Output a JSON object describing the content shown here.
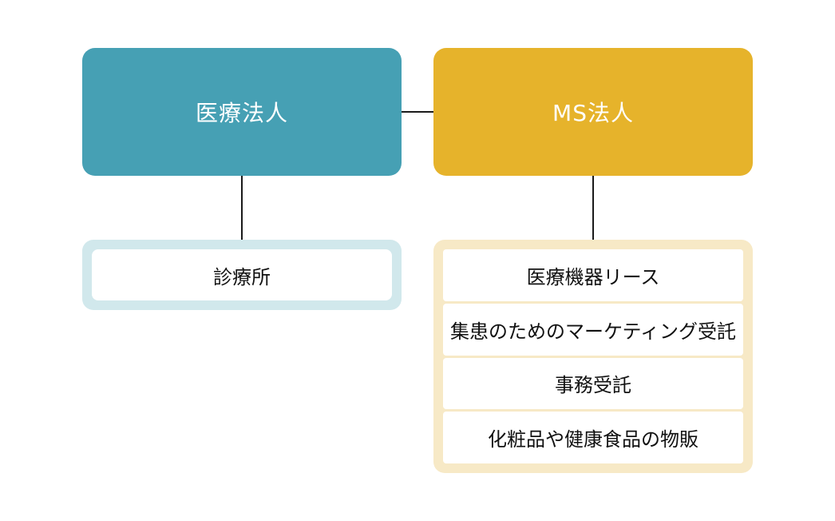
{
  "colors": {
    "medical_corp": "#46a0b4",
    "ms_corp": "#e6b32b",
    "medical_group_bg": "#d1e8ec",
    "ms_group_bg": "#f7e9c6",
    "connector": "#1a1a1a"
  },
  "medical_corporation": {
    "label": "医療法人",
    "children": [
      "診療所"
    ]
  },
  "ms_corporation": {
    "label": "MS法人",
    "children": [
      "医療機器リース",
      "集患のためのマーケティング受託",
      "事務受託",
      "化粧品や健康食品の物販"
    ]
  }
}
